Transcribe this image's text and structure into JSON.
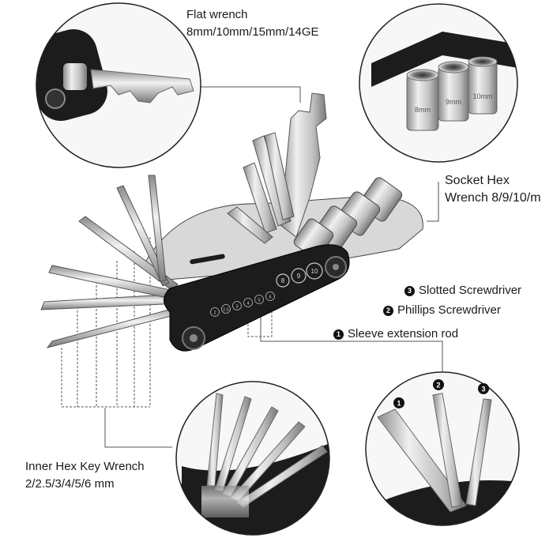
{
  "labels": {
    "flat_wrench_title": "Flat wrench",
    "flat_wrench_sizes": "8mm/10mm/15mm/14GE",
    "socket_title": "Socket Hex",
    "socket_sizes": "Wrench 8/9/10/m",
    "slotted_num": "3",
    "slotted": "Slotted Screwdriver",
    "phillips_num": "2",
    "phillips": "Phillips Screwdriver",
    "sleeve_num": "1",
    "sleeve": "Sleeve extension rod",
    "hex_title": "Inner Hex Key Wrench",
    "hex_sizes": "2/2.5/3/4/5/6 mm"
  },
  "tool_markings": {
    "hex_sizes": [
      "2",
      "2.5",
      "3",
      "4",
      "5",
      "6"
    ],
    "socket_sizes": [
      "8",
      "9",
      "10"
    ],
    "socket_cap_text": [
      "8mm",
      "9mm",
      "10mm"
    ]
  },
  "inset_markers": [
    "1",
    "2",
    "3"
  ],
  "colors": {
    "background": "#ffffff",
    "tool_body": "#1c1c1c",
    "steel": "#c9c9c9",
    "guide_line": "#555555"
  }
}
